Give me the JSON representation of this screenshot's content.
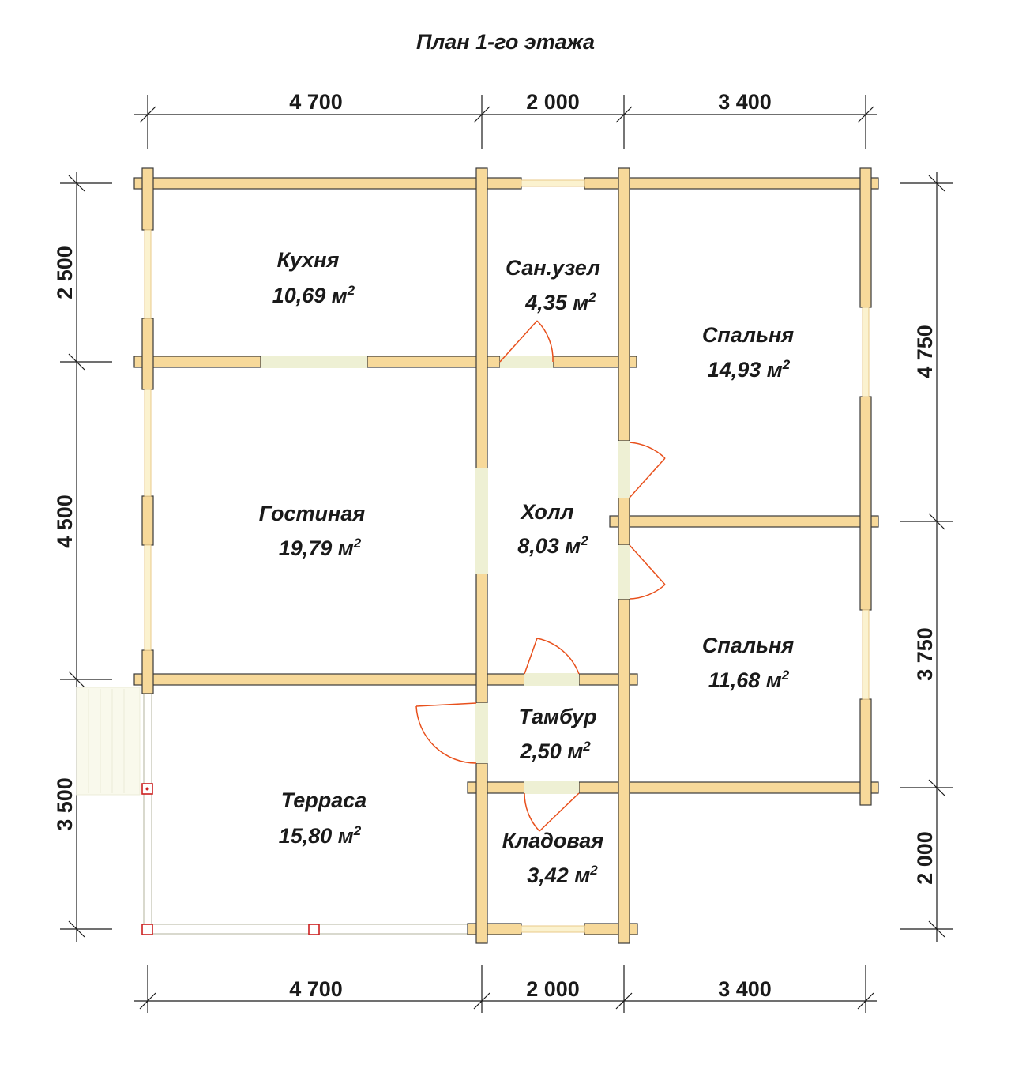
{
  "title": "План 1-го этажа",
  "rooms": [
    {
      "name": "Кухня",
      "area": "10,69 м",
      "sup": "2"
    },
    {
      "name": "Сан.узел",
      "area": "4,35 м",
      "sup": "2"
    },
    {
      "name": "Спальня",
      "area": "14,93 м",
      "sup": "2"
    },
    {
      "name": "Гостиная",
      "area": "19,79 м",
      "sup": "2"
    },
    {
      "name": "Холл",
      "area": "8,03 м",
      "sup": "2"
    },
    {
      "name": "Спальня",
      "area": "11,68 м",
      "sup": "2"
    },
    {
      "name": "Тамбур",
      "area": "2,50 м",
      "sup": "2"
    },
    {
      "name": "Терраса",
      "area": "15,80 м",
      "sup": "2"
    },
    {
      "name": "Кладовая",
      "area": "3,42 м",
      "sup": "2"
    }
  ],
  "dimensions": {
    "top": [
      "4 700",
      "2 000",
      "3 400"
    ],
    "bottom": [
      "4 700",
      "2 000",
      "3 400"
    ],
    "left": [
      "2 500",
      "4 500",
      "3 500"
    ],
    "right": [
      "4 750",
      "3 750",
      "2 000"
    ]
  }
}
